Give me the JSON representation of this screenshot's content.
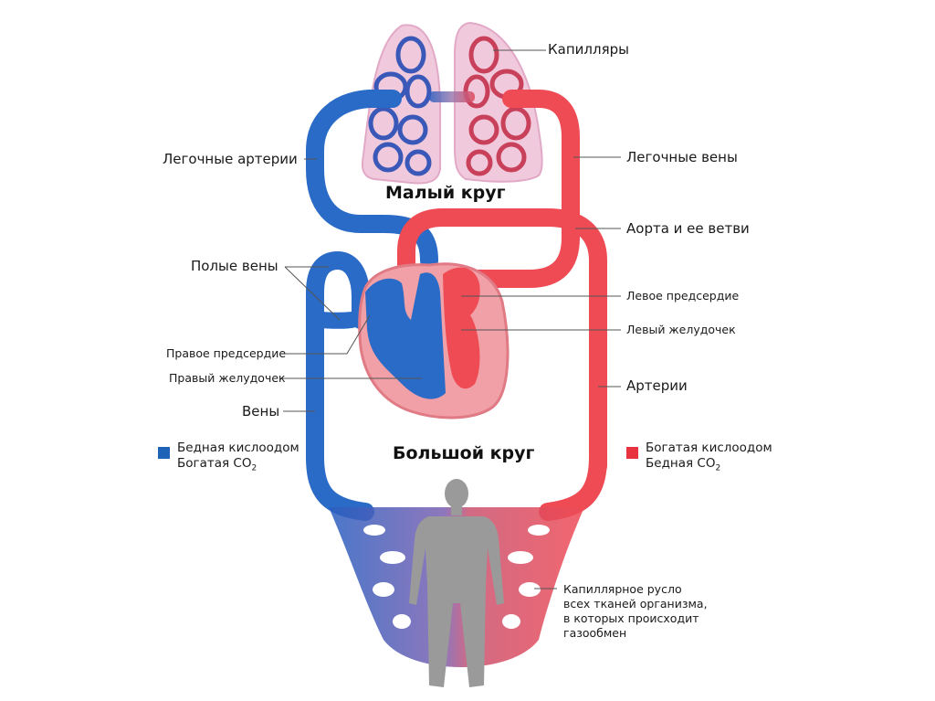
{
  "titles": {
    "pulmonary_circuit": "Малый круг",
    "systemic_circuit": "Большой круг"
  },
  "labels": {
    "capillaries": "Капилляры",
    "pulmonary_arteries": "Легочные артерии",
    "pulmonary_veins": "Легочные вены",
    "aorta": "Аорта и ее ветви",
    "venae_cavae": "Полые вены",
    "left_atrium": "Левое предсердие",
    "left_ventricle": "Левый желудочек",
    "right_atrium": "Правое предсердие",
    "right_ventricle": "Правый желудочек",
    "arteries": "Артерии",
    "veins": "Вены"
  },
  "legend": {
    "deoxygenated": {
      "line1": "Бедная кислоодом",
      "line2_prefix": "Богатая CO",
      "line2_sub": "2",
      "color": "#1f63b8"
    },
    "oxygenated": {
      "line1": "Богатая кислоодом",
      "line2_prefix": "Бедная CO",
      "line2_sub": "2",
      "color": "#e8323f"
    }
  },
  "capillary_bed": {
    "lines": [
      "Капиллярное русло",
      "всех тканей организма,",
      "в которых происходит",
      "газообмен"
    ]
  },
  "colors": {
    "blue_vessel": "#2a6bc7",
    "red_vessel": "#ef4b55",
    "lung_fill": "#f1c9dc",
    "heart_wall": "#e58a92",
    "human_silhouette": "#9a9a9a"
  }
}
